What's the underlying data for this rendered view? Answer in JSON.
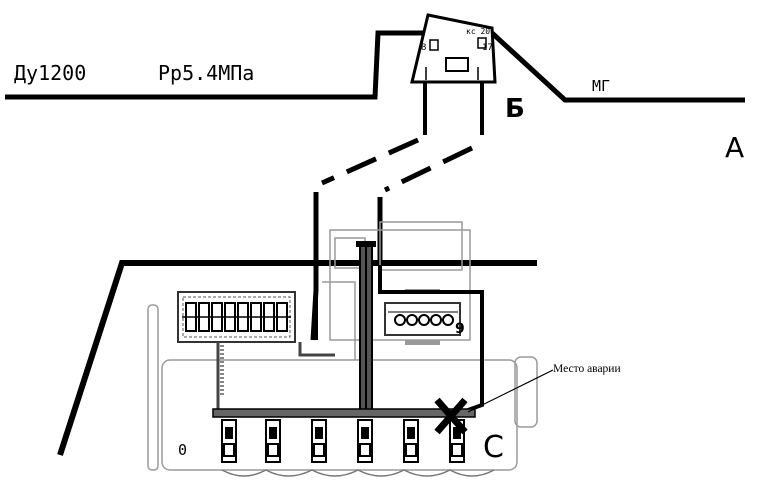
{
  "pipeline": {
    "diameter_label": "Ду1200",
    "pressure_label": "Рр5.4МПа",
    "main_gas_label": "МГ"
  },
  "points": {
    "a": "А",
    "b": "Б",
    "c": "С"
  },
  "crane_node": {
    "top_label": "кс 20",
    "left_label": "8",
    "right_label": "17"
  },
  "accident": {
    "label": "Место аварии"
  },
  "station": {
    "left_block_label": "0"
  }
}
